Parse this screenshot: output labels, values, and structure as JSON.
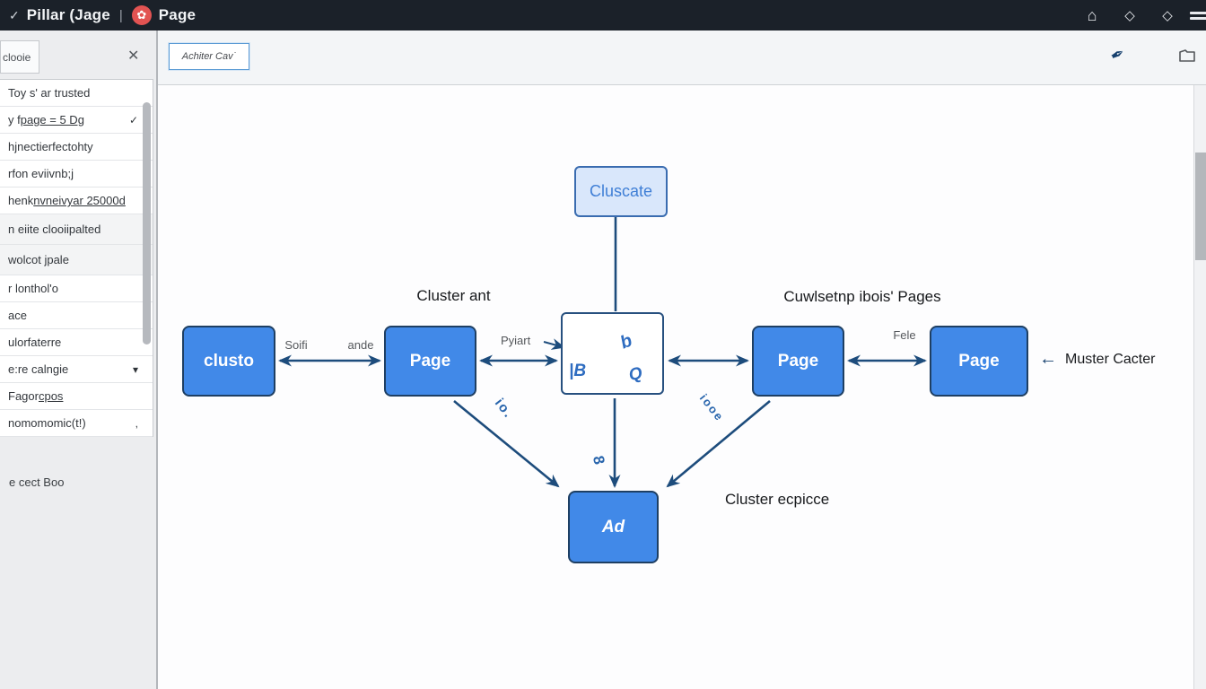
{
  "topbar": {
    "check_icon": "✓",
    "title_left": "Pillar (Jage",
    "separator": "|",
    "logo_icon": "✿",
    "title_right": "Page",
    "home_icon": "⌂",
    "diamond_icon": "◇"
  },
  "sidebar": {
    "tab_label": "clooie",
    "close_icon": "✕",
    "items": [
      {
        "label": "Toy s' ar trusted"
      },
      {
        "label": "y f ",
        "link": "page = 5 Dg",
        "suffix": "✓"
      },
      {
        "label": "hjnectierfectohty"
      },
      {
        "label": "rfon eviivnb;j"
      },
      {
        "label": "henk ",
        "link": "nvneivyar 25000d"
      },
      {
        "label": "n eiite clooiipalted"
      },
      {
        "label": "wolcot jpale"
      },
      {
        "label": "r lonthol'o"
      },
      {
        "label": "ace"
      },
      {
        "label": "ulorfaterre"
      },
      {
        "label": "e:re calngie",
        "suffix": "▾"
      },
      {
        "label": "Fagor ",
        "link": "cpos"
      },
      {
        "label": "nomomomic(t!)",
        "suffix": ","
      }
    ],
    "footer_note": "e cect Boo"
  },
  "toolbar": {
    "button_label": "Achiter Cav˙",
    "pen_icon": "✒"
  },
  "diagram": {
    "nodes": {
      "cluscate": {
        "label": "Cluscate"
      },
      "clusto": {
        "label": "clusto"
      },
      "page_left": {
        "label": "Page"
      },
      "page_mid": {
        "label": "Page"
      },
      "page_right": {
        "label": "Page"
      },
      "ad": {
        "label": "Ad"
      }
    },
    "note_glyphs": {
      "top": "b",
      "left": "|B",
      "right": "Q"
    },
    "labels": {
      "cluster_ant": "Cluster ant",
      "cluster_pages": "Cuwlsetnp ibois' Pages",
      "cluster_ecpicce": "Cluster ecpicce",
      "muster_arrow": "←",
      "muster_text": "Muster Cacter"
    },
    "edge_labels": {
      "soifi": "Soifi",
      "ande": "ande",
      "pyiart": "Pyiart",
      "fele": "Fele",
      "io": "io.",
      "eight": "8",
      "iooe": "iooe"
    }
  },
  "colors": {
    "topbar_bg": "#1b2129",
    "logo_red": "#e25352",
    "node_blue": "#4189e8",
    "node_border": "#1e3f63",
    "light_blue_fill": "#d9e7fb",
    "arrow_blue": "#1d4c7c"
  }
}
